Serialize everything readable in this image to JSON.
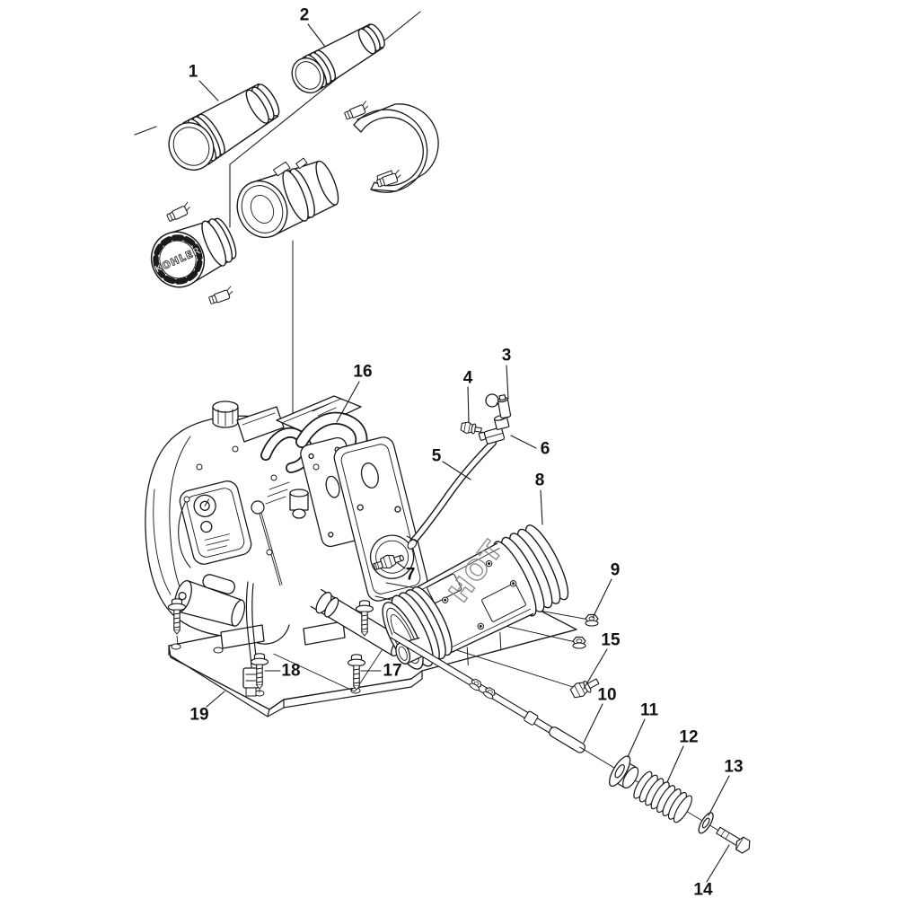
{
  "diagram": {
    "background_color": "#ffffff",
    "line_color": "#1a1a1a",
    "brand_text": "KOHLER",
    "muffler_text": "HOT",
    "callouts": [
      {
        "label": "1"
      },
      {
        "label": "2"
      },
      {
        "label": "3"
      },
      {
        "label": "4"
      },
      {
        "label": "5"
      },
      {
        "label": "6"
      },
      {
        "label": "7"
      },
      {
        "label": "8"
      },
      {
        "label": "9"
      },
      {
        "label": "10"
      },
      {
        "label": "11"
      },
      {
        "label": "12"
      },
      {
        "label": "13"
      },
      {
        "label": "14"
      },
      {
        "label": "15"
      },
      {
        "label": "16"
      },
      {
        "label": "17"
      },
      {
        "label": "18"
      },
      {
        "label": "19"
      }
    ]
  }
}
